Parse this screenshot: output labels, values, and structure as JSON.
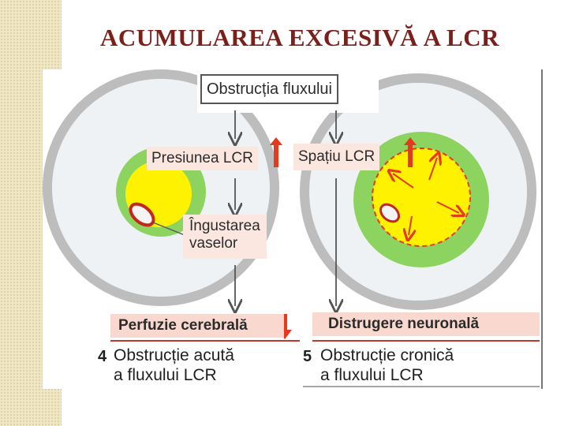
{
  "slide": {
    "title": "ACUMULAREA EXCESIVĂ A LCR"
  },
  "diagram": {
    "top_box": "Obstrucția fluxului",
    "left": {
      "pressure_box": "Presiunea LCR",
      "narrowing_line1": "Îngustarea",
      "narrowing_line2": "vaselor",
      "outcome": "Perfuzie cerebrală",
      "caption_number": "4",
      "caption_line1": "Obstrucție acută",
      "caption_line2": "a fluxului LCR"
    },
    "right": {
      "space_box": "Spațiu LCR",
      "outcome": "Distrugere neuronală",
      "caption_number": "5",
      "caption_line1": "Obstrucție cronică",
      "caption_line2": "a fluxului LCR"
    },
    "colors": {
      "title": "#7a1f1a",
      "ventricle_yellow": "#fff200",
      "tissue_green": "#8dd35f",
      "outer_gray": "#bdbdbd",
      "inner_light": "#eef2f4",
      "up_arrow_red": "#e53a1e",
      "banner_pink": "#f8d8cf",
      "sidebar_beige": "#efe6c4"
    }
  }
}
